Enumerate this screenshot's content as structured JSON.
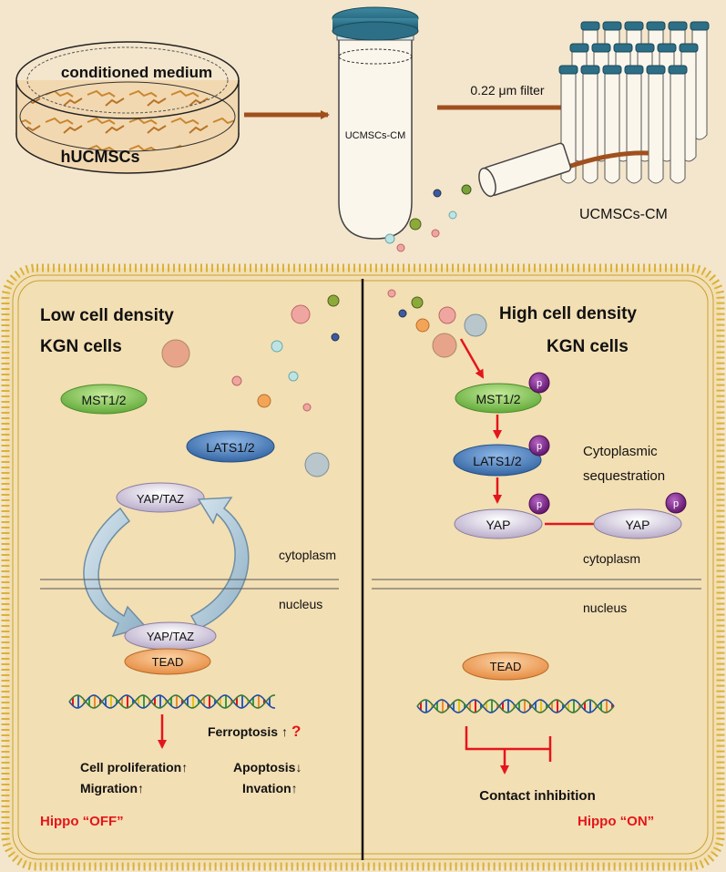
{
  "top": {
    "dish": {
      "conditioned_medium": "conditioned  medium",
      "cells": "hUCMSCs"
    },
    "tube_label": "UCMSCs-CM",
    "filter_label": "0.22 μm filter",
    "aliquot_label": "UCMSCs-CM"
  },
  "left_panel": {
    "title_line1": "Low cell density",
    "title_line2": "KGN cells",
    "mst": "MST1/2",
    "lats": "LATS1/2",
    "yap_cyto": "YAP/TAZ",
    "cytoplasm": "cytoplasm",
    "nucleus": "nucleus",
    "yap_nuc": "YAP/TAZ",
    "tead": "TEAD",
    "ferroptosis": "Ferroptosis",
    "ferroptosis_arrow": "↑",
    "ferroptosis_q": "?",
    "outcome_1": "Cell proliferation↑",
    "outcome_2": "Apoptosis↓",
    "outcome_3": "Migration↑",
    "outcome_4": "Invation↑",
    "hippo_state": "Hippo “OFF”"
  },
  "right_panel": {
    "title_line1": "High cell density",
    "title_line2": "KGN cells",
    "mst": "MST1/2",
    "lats": "LATS1/2",
    "yap": "YAP",
    "yap_seq": "YAP",
    "phospho": "p",
    "sequestration_line1": "Cytoplasmic",
    "sequestration_line2": "sequestration",
    "cytoplasm": "cytoplasm",
    "nucleus": "nucleus",
    "tead": "TEAD",
    "outcome": "Contact inhibition",
    "hippo_state": "Hippo “ON”"
  },
  "colors": {
    "background": "#f4e6cc",
    "membrane": "#d9b23a",
    "arrow_brown": "#a0501e",
    "arrow_red": "#e3161b",
    "mst_green": "#7cc24a",
    "lats_blue": "#3f78bf",
    "yap_lilac": "#cbc0d8",
    "tead_orange": "#ee9a52",
    "phospho_purple": "#7a1f86",
    "tube_cap": "#2c6f86"
  }
}
